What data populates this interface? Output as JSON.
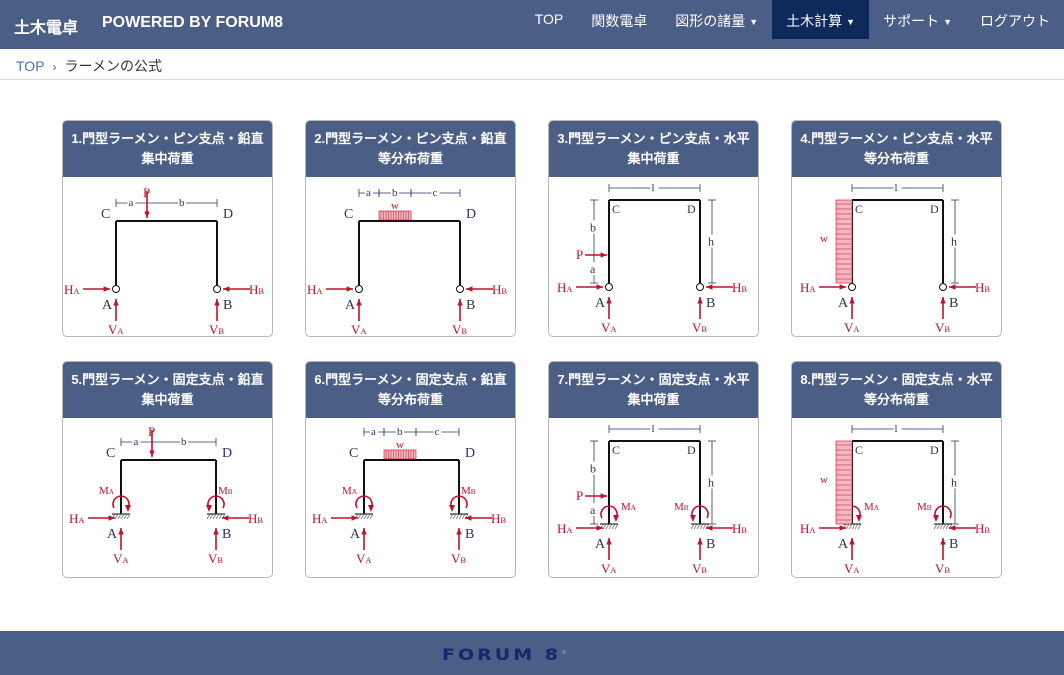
{
  "nav": {
    "brand": "土木電卓",
    "powered": "POWERED BY FORUM8",
    "items": [
      {
        "label": "TOP",
        "caret": ""
      },
      {
        "label": "関数電卓",
        "caret": ""
      },
      {
        "label": "図形の諸量",
        "caret": "▼"
      },
      {
        "label": "土木計算",
        "caret": "▼"
      },
      {
        "label": "サポート",
        "caret": "▼"
      },
      {
        "label": "ログアウト",
        "caret": ""
      }
    ]
  },
  "breadcrumb": {
    "home": "TOP",
    "sep": "›",
    "current": "ラーメンの公式"
  },
  "cards": [
    {
      "title": "1.門型ラーメン・ピン支点・鉛直集中荷重",
      "support": "pin",
      "load": "vertical-point"
    },
    {
      "title": "2.門型ラーメン・ピン支点・鉛直等分布荷重",
      "support": "pin",
      "load": "vertical-distributed"
    },
    {
      "title": "3.門型ラーメン・ピン支点・水平集中荷重",
      "support": "pin",
      "load": "horizontal-point"
    },
    {
      "title": "4.門型ラーメン・ピン支点・水平等分布荷重",
      "support": "pin",
      "load": "horizontal-distributed"
    },
    {
      "title": "5.門型ラーメン・固定支点・鉛直集中荷重",
      "support": "fixed",
      "load": "vertical-point"
    },
    {
      "title": "6.門型ラーメン・固定支点・鉛直等分布荷重",
      "support": "fixed",
      "load": "vertical-distributed"
    },
    {
      "title": "7.門型ラーメン・固定支点・水平集中荷重",
      "support": "fixed",
      "load": "horizontal-point"
    },
    {
      "title": "8.門型ラーメン・固定支点・水平等分布荷重",
      "support": "fixed",
      "load": "horizontal-distributed"
    }
  ],
  "diagram_labels": {
    "C": "C",
    "D": "D",
    "A": "A",
    "B": "B",
    "P": "P",
    "w": "w",
    "a": "a",
    "b": "b",
    "c": "c",
    "l": "l",
    "h": "h",
    "H": "H",
    "V": "V",
    "M": "M"
  },
  "colors": {
    "load": "#c0122a",
    "text": "#2a3566",
    "nav": "#4b5e86",
    "active": "#0e2a5c"
  },
  "footer": {
    "logo": "FORUM 8",
    "mark": "®"
  }
}
